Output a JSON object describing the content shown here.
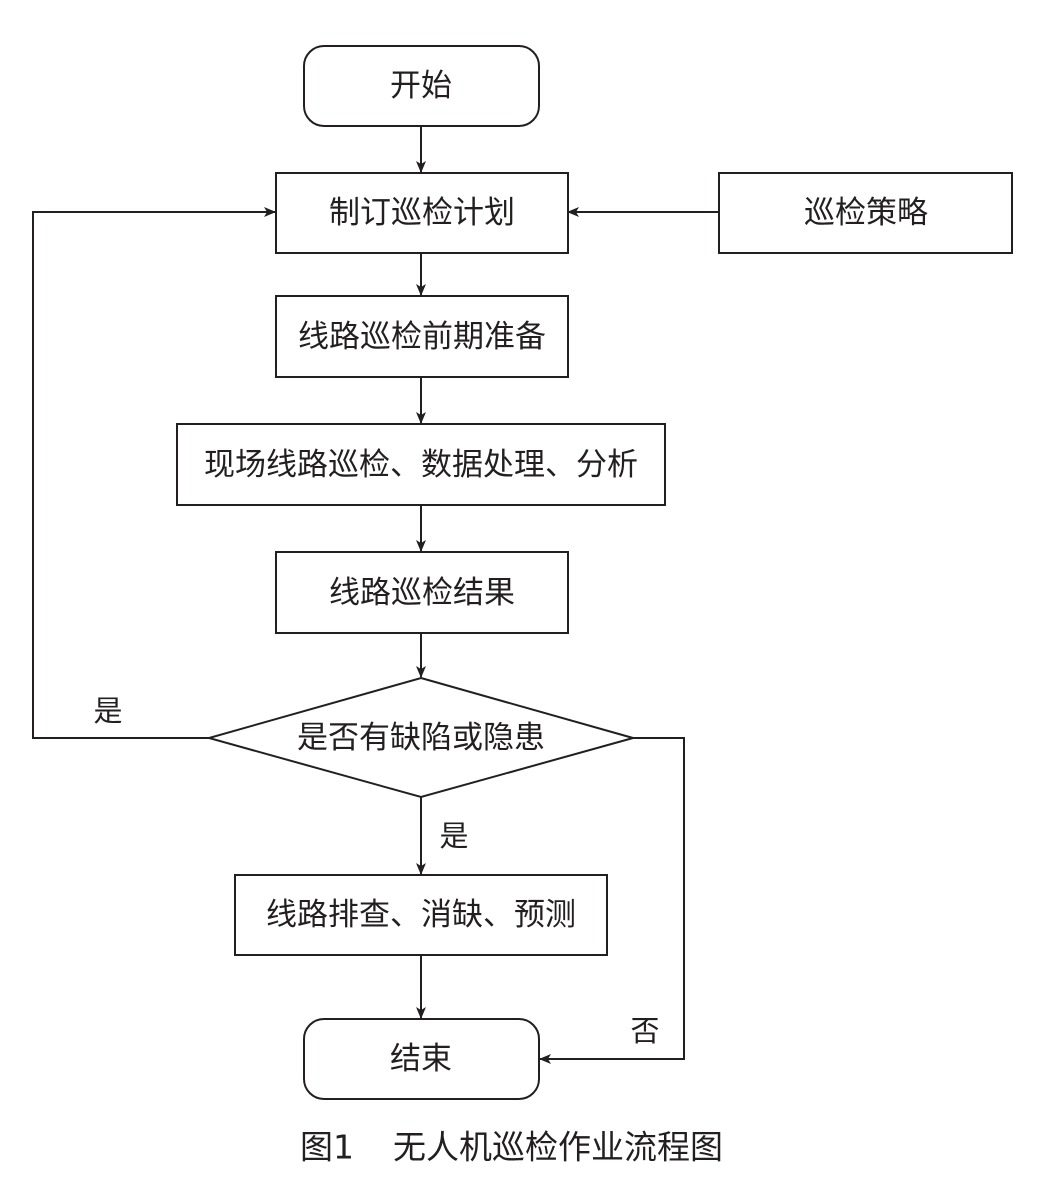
{
  "nodes": {
    "start": "开始",
    "plan": "制订巡检计划",
    "strategy": "巡检策略",
    "prep": "线路巡检前期准备",
    "field": "现场线路巡检、数据处理、分析",
    "result": "线路巡检结果",
    "decision": "是否有缺陷或隐患",
    "fix": "线路排查、消缺、预测",
    "end": "结束"
  },
  "edge_labels": {
    "yes_left": "是",
    "yes_down": "是",
    "no_right": "否"
  },
  "caption": {
    "figure_number": "图1",
    "title": "无人机巡检作业流程图"
  },
  "colors": {
    "stroke": "#231f20",
    "background": "#ffffff"
  }
}
